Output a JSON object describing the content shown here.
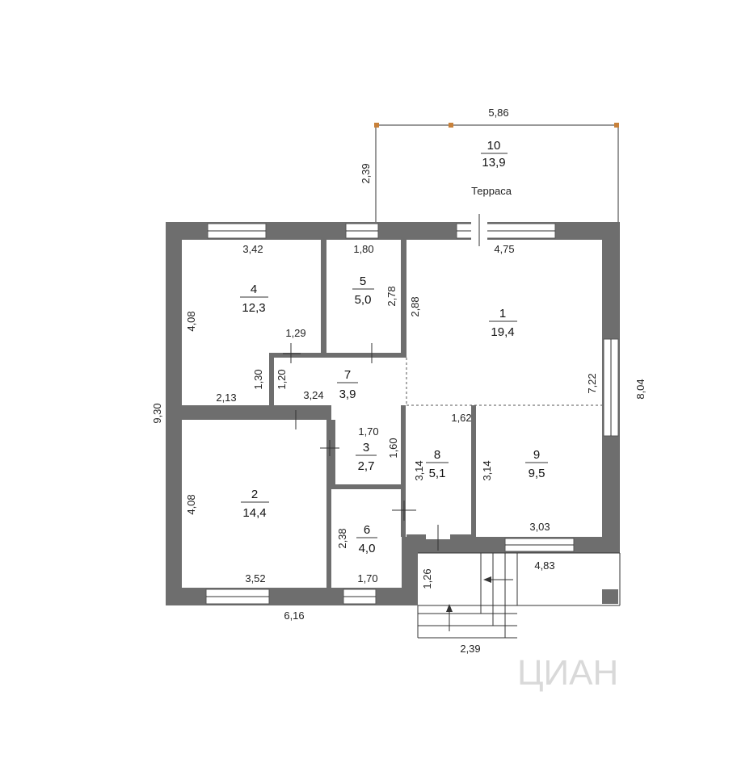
{
  "watermark": "ЦИАН",
  "terrace": {
    "label": "Терраса",
    "number": "10",
    "area": "13,9",
    "width": "5,86",
    "depth": "2,39"
  },
  "rooms": [
    {
      "number": "1",
      "area": "19,4"
    },
    {
      "number": "2",
      "area": "14,4"
    },
    {
      "number": "3",
      "area": "2,7"
    },
    {
      "number": "4",
      "area": "12,3"
    },
    {
      "number": "5",
      "area": "5,0"
    },
    {
      "number": "6",
      "area": "4,0"
    },
    {
      "number": "7",
      "area": "3,9"
    },
    {
      "number": "8",
      "area": "5,1"
    },
    {
      "number": "9",
      "area": "9,5"
    }
  ],
  "dimensions": {
    "total_height": "9,30",
    "right_height": "8,04",
    "bottom_width": "6,16",
    "porch_width": "2,39",
    "porch_right": "4,83",
    "porch_depth": "1,26",
    "r4_top": "3,42",
    "r4_left": "4,08",
    "r4_small": "1,29",
    "r4_bottom": "2,13",
    "r4_right": "1,30",
    "r5_top": "1,80",
    "r5_right": "2,78",
    "r1_left": "2,88",
    "r1_top": "4,75",
    "r1_right": "7,22",
    "r7_left": "1,20",
    "r7_bottom": "3,24",
    "r3_top": "1,70",
    "r3_right": "1,60",
    "r8_top": "1,62",
    "r8_left": "3,14",
    "r9_left": "3,14",
    "r9_bottom": "3,03",
    "r2_left": "4,08",
    "r2_bottom": "3,52",
    "r6_left": "2,38",
    "r6_bottom": "1,70"
  }
}
